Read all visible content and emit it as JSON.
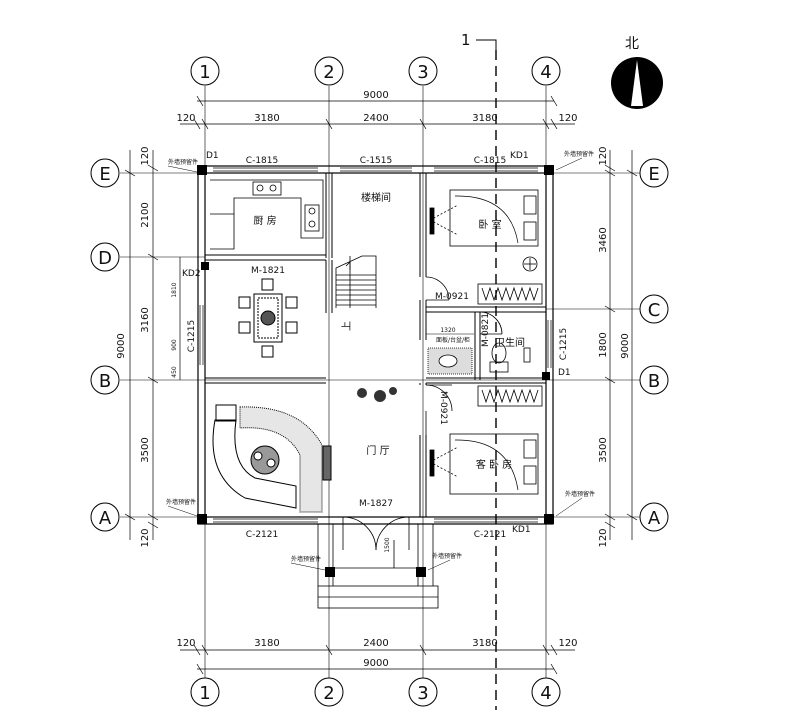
{
  "north": {
    "label": "北"
  },
  "section_marker": {
    "label": "1"
  },
  "grid_axes": {
    "columns": [
      "1",
      "2",
      "3",
      "4"
    ],
    "rows": [
      "E",
      "D",
      "C",
      "B",
      "A"
    ]
  },
  "dimensions": {
    "top_total": "9000",
    "top_segments": [
      "120",
      "3180",
      "2400",
      "3180",
      "120"
    ],
    "bottom_total": "9000",
    "bottom_segments": [
      "120",
      "3180",
      "2400",
      "3180",
      "120"
    ],
    "left_total": "9000",
    "left_segments": [
      "120",
      "2100",
      "3160",
      "3500",
      "120"
    ],
    "left_inner": [
      "1810",
      "900",
      "450"
    ],
    "right_total": "9000",
    "right_segments": [
      "120",
      "3460",
      "1800",
      "3500",
      "120"
    ],
    "inner_1320": "1320",
    "inner_1500": "1500"
  },
  "rooms": {
    "kitchen": "厨 房",
    "stair": "楼梯间",
    "bedroom": "卧 室",
    "bath": "卫生间",
    "hall": "门 厅",
    "guest": "客 卧 房",
    "stair_up": "上"
  },
  "windows": {
    "top_left": "C-1815",
    "top_mid": "C-1515",
    "top_right": "C-1815",
    "bottom_left": "C-2121",
    "bottom_right": "C-2121",
    "left_side": "C-1215",
    "right_side": "C-1215"
  },
  "doors": {
    "dining": "M-1821",
    "bed1": "M-0921",
    "bath": "M-0821",
    "bed2": "M-0921",
    "entrance": "M-1827"
  },
  "tags": {
    "d1_top": "D1",
    "kd1_top": "KD1",
    "kd2": "KD2",
    "d1_right": "D1",
    "kd1_bottom": "KD1"
  },
  "notes": {
    "anchor": "外墙预留件",
    "fixture": "面板/台盆/柜"
  }
}
